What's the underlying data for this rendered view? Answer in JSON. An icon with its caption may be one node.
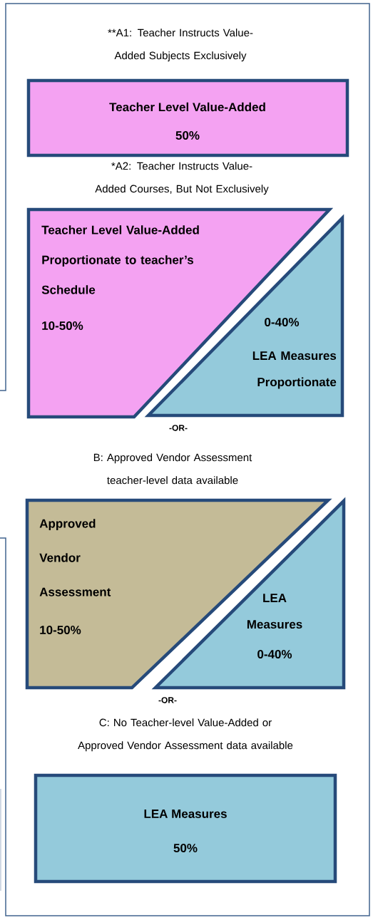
{
  "diagram": {
    "nodes": [
      {
        "text": [
          "Teacher Level Value-Added",
          "50%"
        ]
      },
      {
        "text": [
          "Teacher Level Value-Added Proportionate to teacher’s Schedule",
          "10-50%"
        ]
      },
      {
        "text": [
          "0-40%",
          "LEA Measures Proportionate"
        ]
      },
      {
        "text": [
          "Approved Vendor Assessment",
          "10-50%"
        ]
      },
      {
        "text": [
          "LEA Measures",
          "0-40%"
        ]
      },
      {
        "text": [
          "LEA Measures",
          "50%"
        ]
      }
    ],
    "labels": [
      "**A1: Teacher Instructs Value-Added Subjects Exclusively",
      "*A2: Teacher Instructs Value-Added Courses, But Not Exclusively",
      "-OR-",
      "B: Approved Vendor Assessment teacher-level data available",
      "-OR-",
      "C:  No Teacher-level Value-Added or Approved Vendor Assessment data available"
    ]
  }
}
